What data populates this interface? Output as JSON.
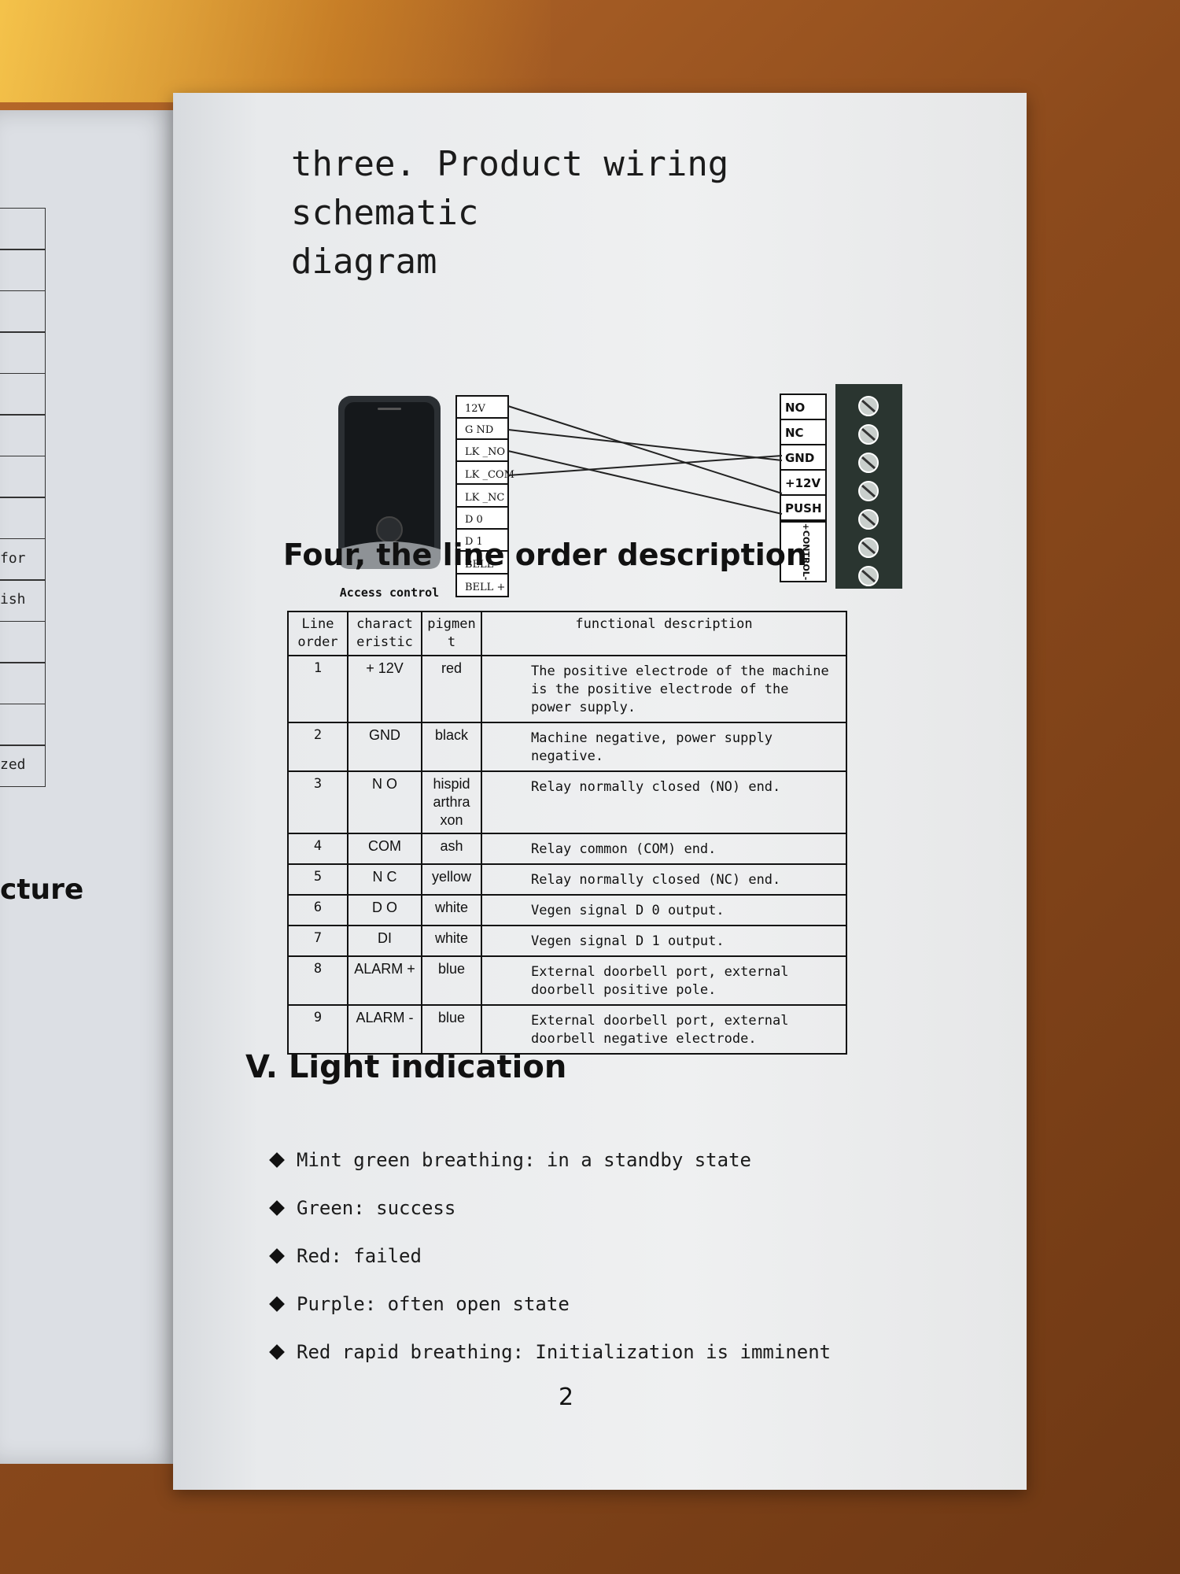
{
  "left_page": {
    "cells": [
      "",
      "",
      "",
      "",
      "",
      "",
      "",
      "",
      "for",
      "ish",
      "",
      "",
      "",
      "zed"
    ],
    "heading": "cture"
  },
  "section3": {
    "title_line1": "three. Product wiring schematic",
    "title_line2": "diagram"
  },
  "wiring": {
    "device_label": "Access control",
    "left_terminals": [
      "12V",
      "G ND",
      "LK _NO",
      "LK _COM",
      "LK _NC",
      "D 0",
      "D 1",
      "BELL -",
      "BELL +"
    ],
    "right_terminals": [
      "NO",
      "NC",
      "GND",
      "+12V",
      "PUSH"
    ],
    "controller_label": "+CONTROL-"
  },
  "section4": {
    "title": "Four, the line order description",
    "headers": [
      "Line\norder",
      "charact\neristic",
      "pigmen\nt",
      "functional description"
    ],
    "rows": [
      {
        "order": "1",
        "char": "+ 12V",
        "pigment": "red",
        "desc": "The positive electrode of the machine is the positive electrode of the power supply."
      },
      {
        "order": "2",
        "char": "GND",
        "pigment": "black",
        "desc": "Machine negative, power supply negative."
      },
      {
        "order": "3",
        "char": "N O",
        "pigment": "hispid arthra xon",
        "desc": "Relay normally closed (NO) end."
      },
      {
        "order": "4",
        "char": "COM",
        "pigment": "ash",
        "desc": "Relay common (COM) end."
      },
      {
        "order": "5",
        "char": "N C",
        "pigment": "yellow",
        "desc": "Relay normally closed (NC) end."
      },
      {
        "order": "6",
        "char": "D O",
        "pigment": "white",
        "desc": "Vegen signal D 0 output."
      },
      {
        "order": "7",
        "char": "DI",
        "pigment": "white",
        "desc": "Vegen signal D 1 output."
      },
      {
        "order": "8",
        "char": "ALARM +",
        "pigment": "blue",
        "desc": "External doorbell port, external doorbell positive pole."
      },
      {
        "order": "9",
        "char": "ALARM -",
        "pigment": "blue",
        "desc": "External doorbell port, external doorbell negative electrode."
      }
    ]
  },
  "section5": {
    "title": "V. Light indication",
    "items": [
      "Mint green breathing: in a standby state",
      "Green: success",
      "Red: failed",
      "Purple: often open state",
      "Red rapid breathing: Initialization is imminent"
    ]
  },
  "page_number": "2"
}
